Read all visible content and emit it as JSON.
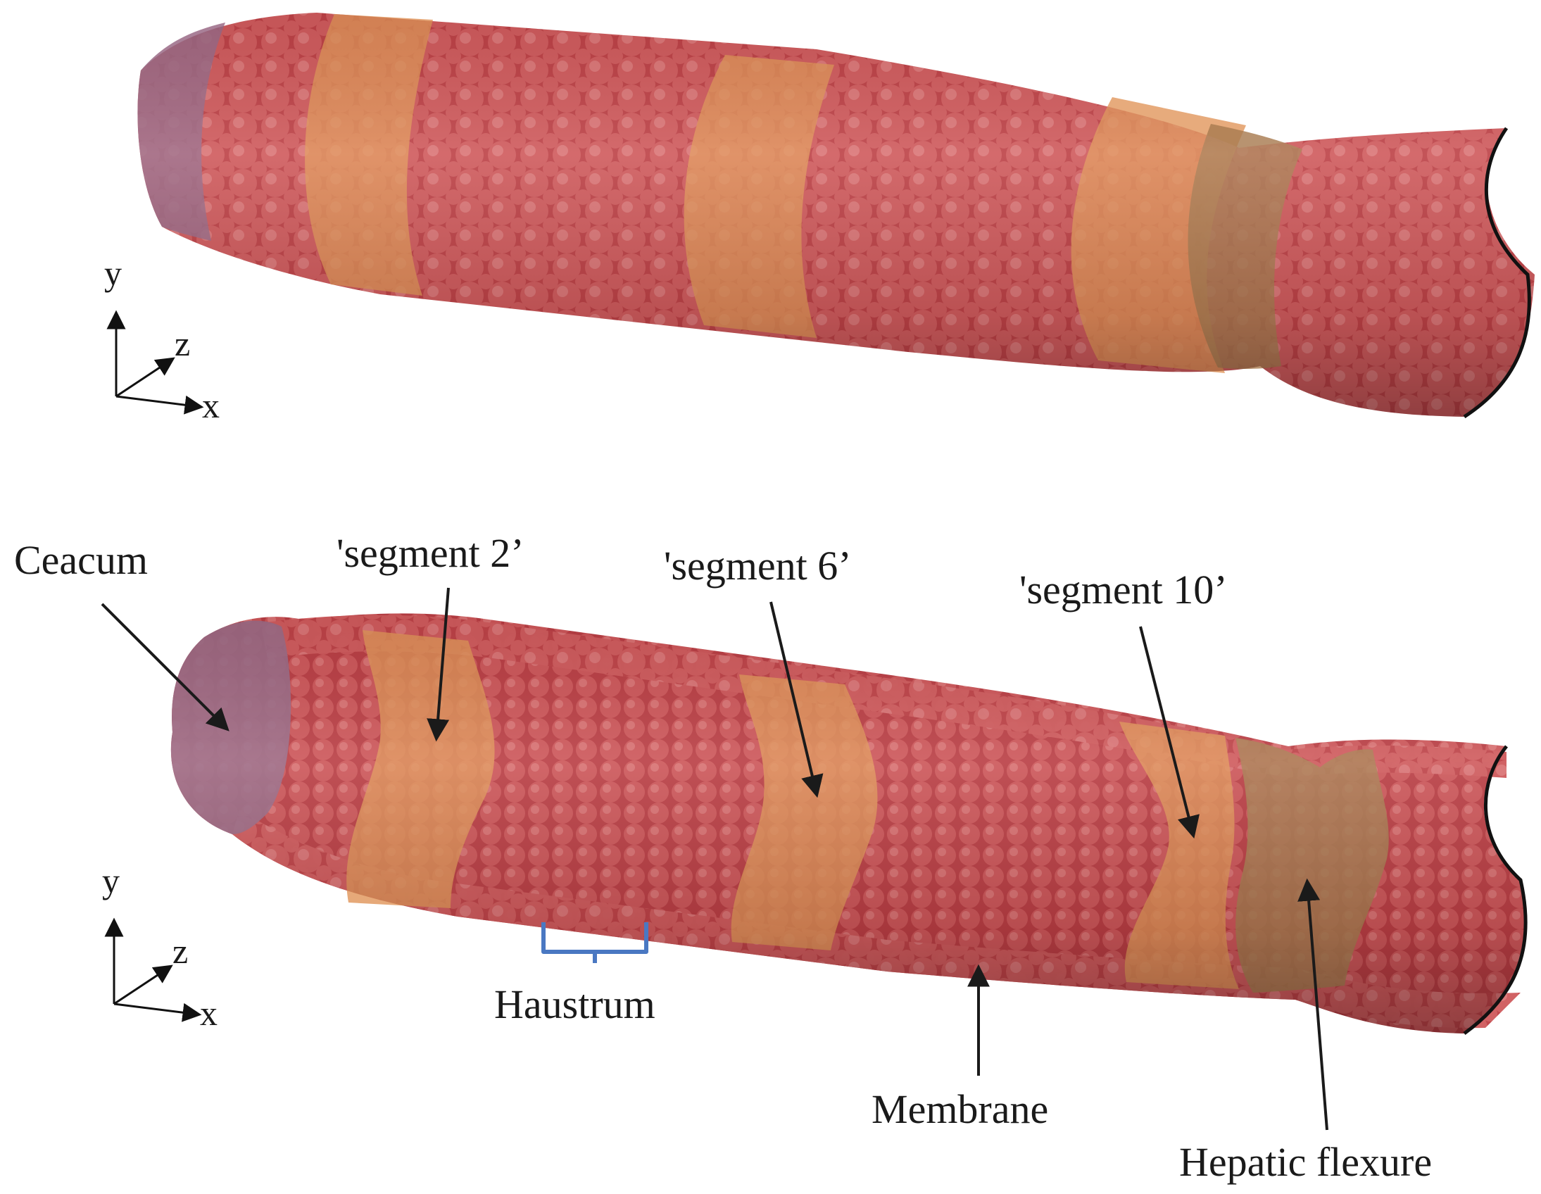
{
  "labels": {
    "ceacum": "Ceacum",
    "segment2": "'segment 2’",
    "segment6": "'segment 6’",
    "segment10": "'segment 10’",
    "haustrum": "Haustrum",
    "membrane": "Membrane",
    "hepatic_flexure": "Hepatic flexure"
  },
  "axes": {
    "top": {
      "y": "y",
      "z": "z",
      "x": "x"
    },
    "bottom": {
      "y": "y",
      "z": "z",
      "x": "x"
    }
  },
  "colors": {
    "membrane_red": "#c8474b",
    "segment_orange": "#d98b52",
    "hepatic_flexure_brown": "#b07a4e",
    "ceacum_purple": "#9a6a86",
    "haustrum_bracket": "#4a78c2",
    "arrow": "#1a1a1a"
  }
}
